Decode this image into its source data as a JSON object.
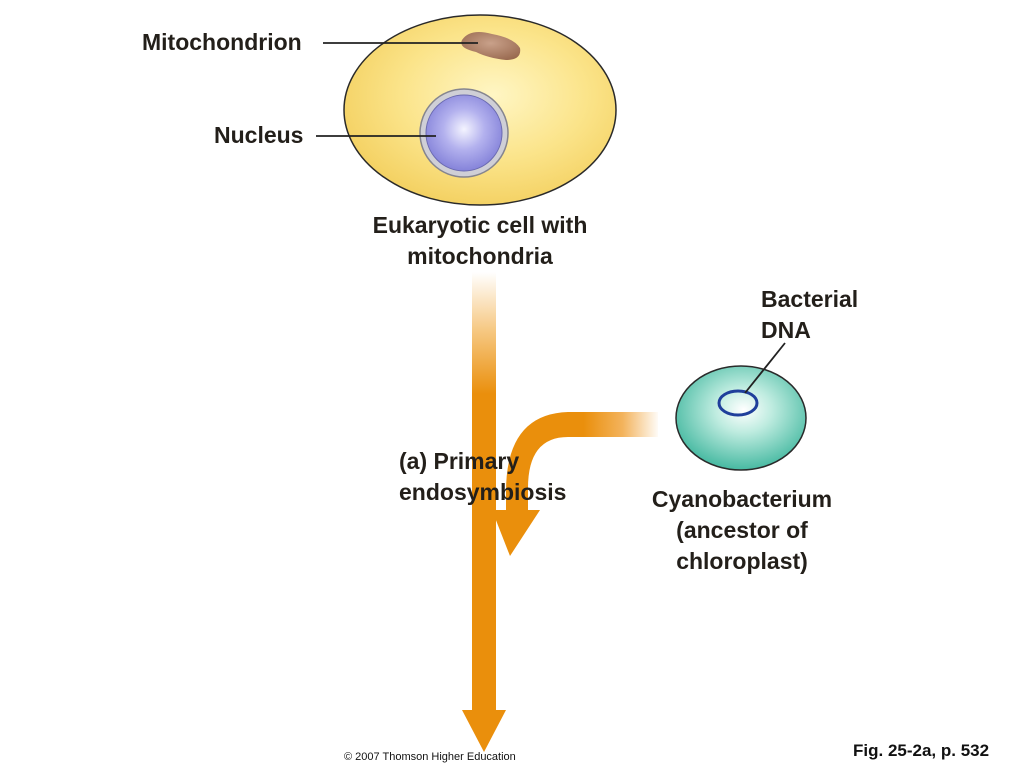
{
  "labels": {
    "mitochondrion": "Mitochondrion",
    "nucleus": "Nucleus",
    "eukaryotic_line1": "Eukaryotic cell with",
    "eukaryotic_line2": "mitochondria",
    "bacterial_line1": "Bacterial",
    "bacterial_line2": "DNA",
    "process_line1": "(a) Primary",
    "process_line2": "endosymbiosis",
    "cyano_line1": "Cyanobacterium",
    "cyano_line2": "(ancestor of",
    "cyano_line3": "chloroplast)"
  },
  "footer": {
    "copyright": "© 2007 Thomson Higher Education",
    "figure_ref": "Fig. 25-2a, p. 532"
  },
  "colors": {
    "cell_fill": "#f9df7a",
    "cell_edge": "#e9c34a",
    "nucleus_fill": "#8f8ee0",
    "mitochondrion_fill": "#a8785e",
    "cyanobacterium_fill": "#3eb79e",
    "dna_ring": "#1f3f9b",
    "arrow": "#ea8f0c"
  }
}
